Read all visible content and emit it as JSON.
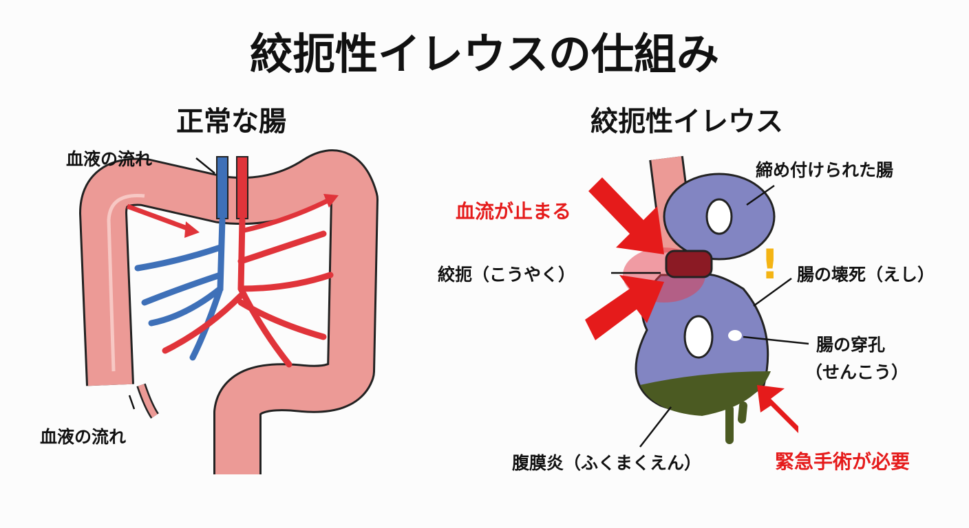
{
  "title": "絞扼性イレウスの仕組み",
  "left": {
    "heading": "正常な腸",
    "blood_flow_top": "血液の流れ",
    "blood_flow_bottom": "血液の流れ"
  },
  "right": {
    "heading": "絞扼性イレウス",
    "constricted": "締め付けられた腸",
    "blood_stops": "血流が止まる",
    "strangulation": "絞扼（こうやく）",
    "necrosis": "腸の壊死（えし）",
    "perforation_1": "腸の穿孔",
    "perforation_2": "（せんこう）",
    "peritonitis": "腹膜炎（ふくまくえん）",
    "surgery": "緊急手術が必要"
  },
  "colors": {
    "intestine": "#ec9a96",
    "ischemic": "#8285c2",
    "alert": "#e51b1b",
    "artery": "#e0343a",
    "vein": "#3e70b8",
    "fluid": "#4b5a22"
  }
}
